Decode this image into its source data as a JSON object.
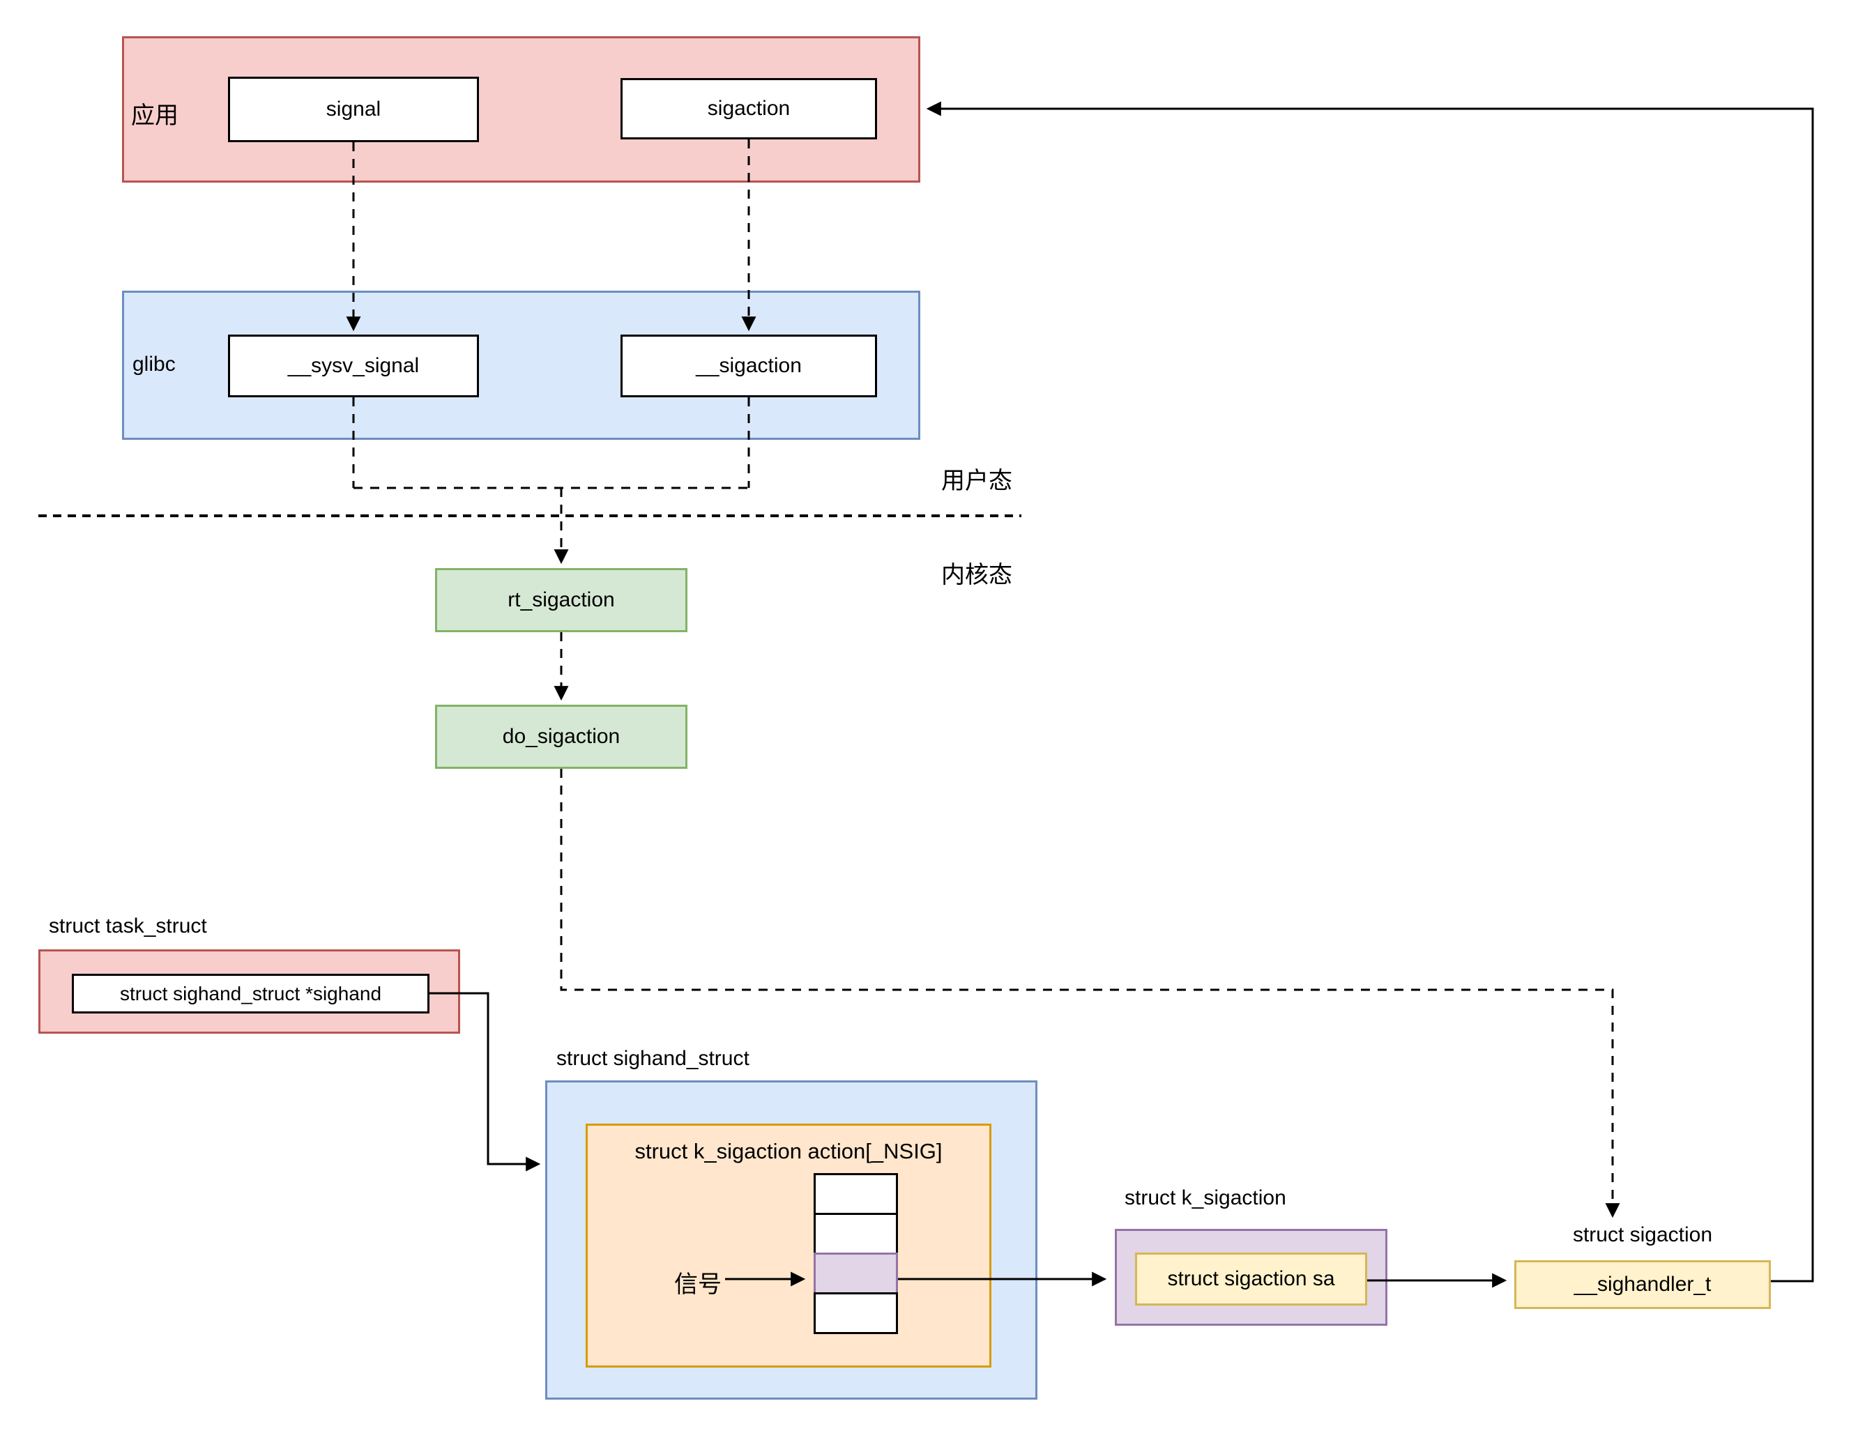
{
  "app_layer": {
    "label": "应用",
    "functions": [
      {
        "label": "signal"
      },
      {
        "label": "sigaction"
      }
    ]
  },
  "glibc_layer": {
    "label": "glibc",
    "functions": [
      {
        "label": "__sysv_signal"
      },
      {
        "label": "__sigaction"
      }
    ]
  },
  "mode_labels": {
    "user_mode": "用户态",
    "kernel_mode": "内核态"
  },
  "kernel_functions": {
    "rt_sigaction": "rt_sigaction",
    "do_sigaction": "do_sigaction"
  },
  "task_struct": {
    "title": "struct task_struct",
    "pointer_field": "struct sighand_struct *sighand"
  },
  "sighand_struct": {
    "title": "struct sighand_struct",
    "array_label": "struct k_sigaction action[_NSIG]",
    "signal_pointer_label": "信号",
    "array_cell_count": 4,
    "highlighted_cell_index": 3
  },
  "k_sigaction": {
    "title": "struct k_sigaction",
    "field": "struct sigaction sa"
  },
  "sigaction_struct": {
    "title": "struct sigaction",
    "field": "__sighandler_t"
  },
  "colors": {
    "red_fill": "#f8cecc",
    "red_stroke": "#b85450",
    "blue_fill": "#dae8fc",
    "blue_stroke": "#6c8ebf",
    "green_fill": "#d5e8d4",
    "green_stroke": "#82b366",
    "orange_fill": "#ffe6cc",
    "orange_stroke": "#d79b00",
    "purple_fill": "#e1d5e7",
    "purple_stroke": "#9673a6",
    "yellow_fill": "#fff2cc",
    "yellow_stroke": "#d6b656",
    "line_color": "#000000",
    "text_color": "#000000"
  }
}
